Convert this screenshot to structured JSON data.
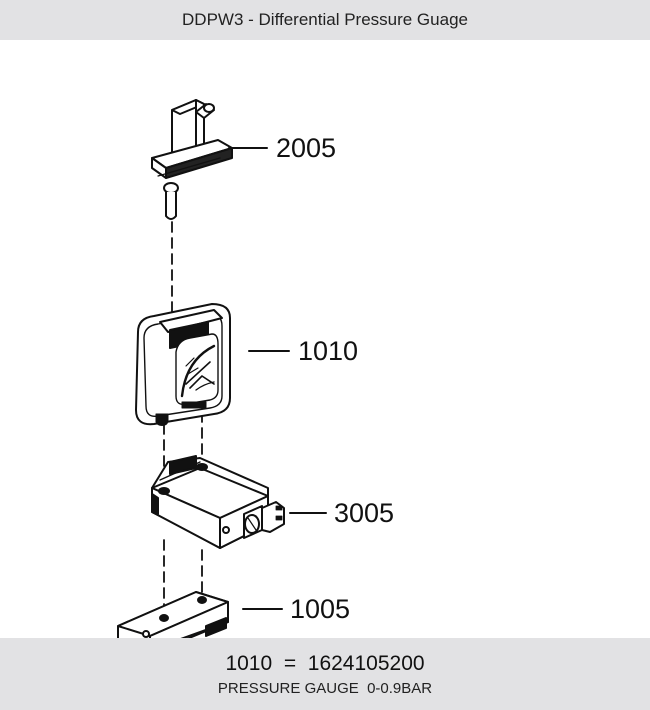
{
  "header": {
    "title": "DDPW3 - Differential Pressure Guage"
  },
  "callouts": [
    {
      "id": "c2005",
      "label": "2005"
    },
    {
      "id": "c1010",
      "label": "1010"
    },
    {
      "id": "c3005",
      "label": "3005"
    },
    {
      "id": "c1005",
      "label": "1005"
    }
  ],
  "footer": {
    "part_ref": "1010",
    "separator": "=",
    "part_number": "1624105200",
    "description": "PRESSURE GAUGE  0-0.9BAR"
  }
}
